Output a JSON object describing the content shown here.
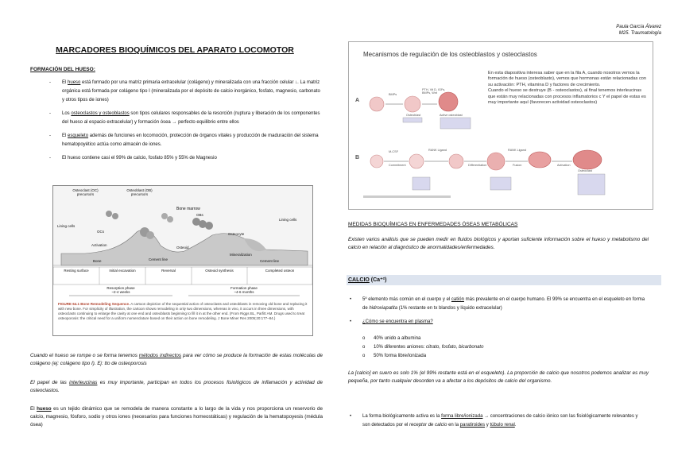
{
  "author": {
    "name": "Paula García Álvarez",
    "course": "M25. Traumatología"
  },
  "left": {
    "title": "MARCADORES BIOQUÍMICOS DEL APARATO LOCOMOTOR",
    "section": "FORMACIÓN DEL HUESO:",
    "bullets": [
      {
        "pre": "El ",
        "u": "hueso",
        "post": " está formado por una matriz primaria extracelular (colágeno) y mineralizada con una fracción celular ↓. La matriz orgánica está formada por colágeno tipo I (mineralizada por el depósito de calcio inorgánico, fosfato, magnesio, carbonato y otros tipos de iones)"
      },
      {
        "pre": "Los ",
        "u": "osteoclastos y osteoblastos",
        "post": " son tipos celulares responsables de la resorción (ruptura y liberación de los componentes del hueso al espacio extracelular) y formación ósea → perfecto equilibrio entre ellos"
      },
      {
        "pre": "El ",
        "u": "esqueleto",
        "post": " además de funciones en locomoción, protección de órganos vitales y producción de maduración del sistema hematopoyético actúa como almacén de iones."
      },
      {
        "pre": "",
        "u": "",
        "post": "El hueso contiene casi el 99% de calcio, fosfato 85% y 55% de Magnesio"
      }
    ],
    "figure": {
      "labels": {
        "oc_precursors": "Osteoclast (OC) precursors",
        "ob_precursors": "Osteoblast (OB) precursors",
        "bone_marrow": "Bone marrow",
        "lining_cells": "Lining cells",
        "lining_cells2": "Lining cells",
        "ocs": "OCs",
        "obs": "OBs",
        "activation": "Activation",
        "osteoid": "Osteoid",
        "osteocyte": "Osteocyte",
        "cement_line": "Cement line",
        "cement_line2": "Cement line",
        "mineralization": "Mineralization",
        "bone": "Bone"
      },
      "phases": [
        "Resting surface",
        "Initial excavation",
        "Reversal",
        "Osteoid synthesis",
        "Completed osteon"
      ],
      "resorption": "Resorption phase\n~2-4 weeks",
      "formation": "Formation phase\n~4-6 months",
      "caption_head": "FIGURE 64.1 Bone Remodeling Sequence.",
      "caption_body": " A cartoon depiction of the sequential action of osteoclasts and osteoblasts in removing old bone and replacing it with new bone. For simplicity of illustration, the cartoon shows remodeling in only two dimensions, whereas in vivo, it occurs in three dimensions, with osteoclasts continuing to enlarge the cavity at one end and osteoblasts beginning to fill it in at the other end. (From Riggs BL, Parfitt AM. Drugs used to treat osteoporosis: the critical need for a uniform nomenclature based on their action on bone remodeling. J Bone Miner Res 2005;20:177–84.)"
    },
    "p1_pre": "Cuando el hueso se rompe o se forma tenemos ",
    "p1_u": "métodos indirectos",
    "p1_post": " para ver cómo se produce la formación de estas moléculas de colágeno (ej: colágeno tipo I). Ej: tto de osteoporosis",
    "p2_pre": "El papel de las ",
    "p2_u": "interleucinas",
    "p2_post": " es muy importante, participan en todos los procesos fisiológicos de inflamación y actividad de osteoclastos.",
    "p3_u": "hueso",
    "p3_pre": "El ",
    "p3_post": " es un tejido dinámico que se remodela de manera constante a lo largo de la vida y nos proporciona un reservorio de calcio, magnesio, fósforo, sodio y otros iones (necesarios para funciones homeostáticas) y regulación de la hematopoyesis (médula ósea)"
  },
  "right": {
    "slide": {
      "title": "Mecanismos de regulación de los osteoblastos y osteoclastos",
      "text": "En esta diapositiva interesa saber que en la fila A, cuando nosotros vemos la formación de hueso (osteoblasto), vemos que hormonas están relacionadas con su activación: PTH, vitamina D y factores de crecimiento.\nCuando el hueso se destruye (B - osteoclastos), al final tenemos interleucinas que están muy relacionadas con procesos inflamatorios c Y el papel de estas es muy importante aquí (favorecen actividad osteoclastos)",
      "row_a": "A",
      "row_b": "B",
      "mini": [
        "BMPs",
        "PTH, Vit D, IGFs, BMPs, Wnt",
        "M-CSF",
        "RANK Ligand",
        "RANK Ligand",
        "Commitment",
        "Differentiation",
        "Fusion",
        "Activation",
        "Osteoblast",
        "Active osteoblast",
        "Osteoclast"
      ]
    },
    "section": "MEDIDAS BIOQUÍMICAS EN ENFERMEDADES ÓSEAS METABÓLICAS",
    "intro": "Existen varios análisis que se pueden medir en fluidos biológicos y aportan suficiente información sobre el hueso y metabolismo del calcio en relación al diagnóstico de anormalidades/enfermedades.",
    "calcio_head": "CALCIO",
    "calcio_sym": " (Ca⁺²)",
    "b1_pre": "5º elemento más común en el cuerpo y el ",
    "b1_u": "catión",
    "b1_mid": " más prevalente en el cuerpo humano. El 99% se encuentra en el esqueleto en forma de ",
    "b1_it": "hidroxiapatita",
    "b1_post": " (1% restante en tx blandos y líquido extracelular)",
    "b2": "¿Cómo se encuentra en plasma?",
    "subs": [
      {
        "pre": "40% unido a albumina",
        "it": ""
      },
      {
        "pre": "10% diferentes aniones: ",
        "it": "citrato, fosfato, bicarbonato"
      },
      {
        "pre": "50% forma libre/ionizada",
        "it": ""
      }
    ],
    "p_calcio": "La [calcio] en suero es solo 1% (el 99% restante está en el esqueleto). La proporción de calcio que nosotros podemos analizar es muy pequeña, por tanto cualquier desorden va a afectar a los depósitos de calcio del organismo.",
    "b3_pre": "La forma biológicamente activa es la ",
    "b3_u": "forma libre/ionizada",
    "b3_mid": " → concentraciones de calcio iónico son las fisiológicamente relevantes y son detectados por el ",
    "b3_it": "receptor de calcio",
    "b3_mid2": " en la ",
    "b3_u2": "paratiroides",
    "b3_mid3": " y ",
    "b3_u3": "túbulo renal",
    "b3_post": "."
  },
  "colors": {
    "highlight": "#dde4ef",
    "slide_cell": "#f1c8c8",
    "slide_cell_dark": "#e08a8a"
  }
}
